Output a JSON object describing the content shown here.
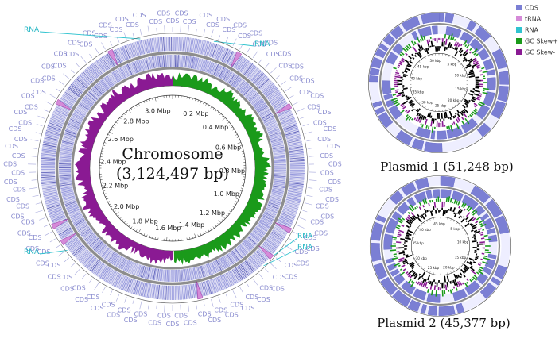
{
  "chromosome": {
    "title": "Chromosome",
    "size_label": "(3,124,497 bp)",
    "scale_labels": [
      "0.2 Mbp",
      "0.4 Mbp",
      "0.6 Mbp",
      "0.8 Mbp",
      "1.0 Mbp",
      "1.2 Mbp",
      "1.4 Mbp",
      "1.6 Mbp",
      "1.8 Mbp",
      "2.0 Mbp",
      "2.2 Mbp",
      "2.4 Mbp",
      "2.6 Mbp",
      "2.8 Mbp",
      "3.0 Mbp"
    ],
    "feature_label_cds": "CDS",
    "feature_label_rna": "RNA",
    "rna_label_count": 4
  },
  "plasmid1": {
    "caption": "Plasmid 1 (51,248 bp)",
    "scale_labels": [
      "5 kbp",
      "10 kbp",
      "15 kbp",
      "20 kbp",
      "25 kbp",
      "30 kbp",
      "35 kbp",
      "40 kbp",
      "45 kbp",
      "50 kbp"
    ]
  },
  "plasmid2": {
    "caption": "Plasmid 2 (45,377 bp)",
    "scale_labels": [
      "5 kbp",
      "10 kbp",
      "15 kbp",
      "20 kbp",
      "25 kbp",
      "30 kbp",
      "35 kbp",
      "40 kbp",
      "45 kbp"
    ]
  },
  "legend": [
    {
      "label": "CDS",
      "color": "#7b7fd4"
    },
    {
      "label": "tRNA",
      "color": "#d58ad8"
    },
    {
      "label": "RNA",
      "color": "#2fc3cf"
    },
    {
      "label": "GC Skew+",
      "color": "#1a9a1a"
    },
    {
      "label": "GC Skew-",
      "color": "#8a1a93"
    }
  ],
  "colors": {
    "cds": "#7b7fd4",
    "cds_dark": "#3b3fa8",
    "backbone": "#8d8d8d",
    "gc_content": "#000000",
    "gc_plus": "#1a9a1a",
    "gc_minus": "#8a1a93",
    "rna": "#2fc3cf",
    "trna": "#d58ad8",
    "label_cds": "#8a8ccf"
  }
}
